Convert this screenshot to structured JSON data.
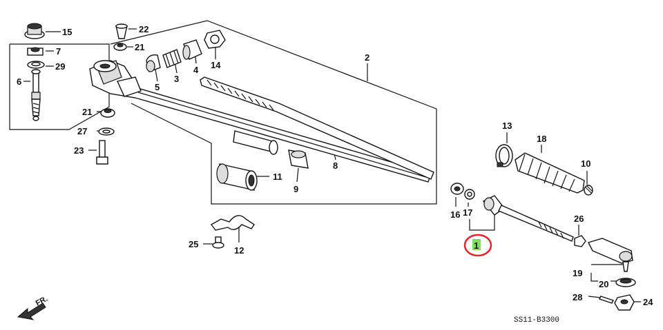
{
  "diagram": {
    "parts": {
      "p1": "1",
      "p2": "2",
      "p3": "3",
      "p4": "4",
      "p5": "5",
      "p6": "6",
      "p7": "7",
      "p8": "8",
      "p9": "9",
      "p10": "10",
      "p11": "11",
      "p12": "12",
      "p13": "13",
      "p14": "14",
      "p15": "15",
      "p16": "16",
      "p17": "17",
      "p18": "18",
      "p19": "19",
      "p20": "20",
      "p21a": "21",
      "p21b": "21",
      "p22": "22",
      "p23": "23",
      "p24": "24",
      "p25": "25",
      "p26": "26",
      "p27": "27",
      "p28": "28",
      "p29": "29"
    },
    "direction_label": "FR.",
    "diagram_code": "SS11-B3300",
    "colors": {
      "highlight_circle": "#e3242b",
      "highlight_fill": "#7ee05a",
      "ink": "#111111"
    }
  }
}
